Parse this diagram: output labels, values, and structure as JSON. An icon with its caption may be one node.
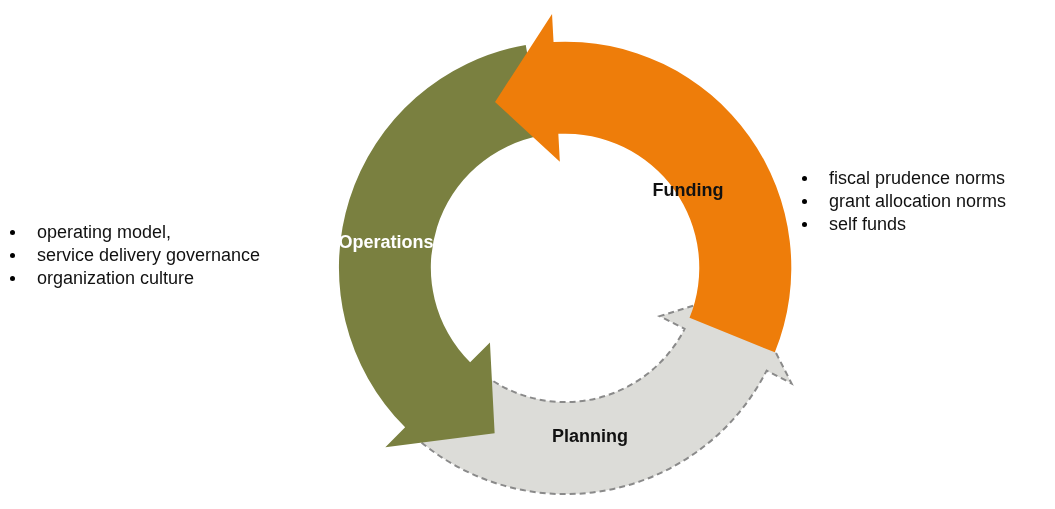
{
  "diagram": {
    "nodes": [
      {
        "text": [
          "Funding"
        ],
        "beside": [
          "fiscal prudence norms",
          "grant allocation norms",
          "self funds"
        ]
      },
      {
        "text": [
          "Planning"
        ]
      },
      {
        "text": [
          "Operations"
        ],
        "beside": [
          "operating model,",
          "service delivery governance",
          "organization culture"
        ]
      }
    ]
  }
}
